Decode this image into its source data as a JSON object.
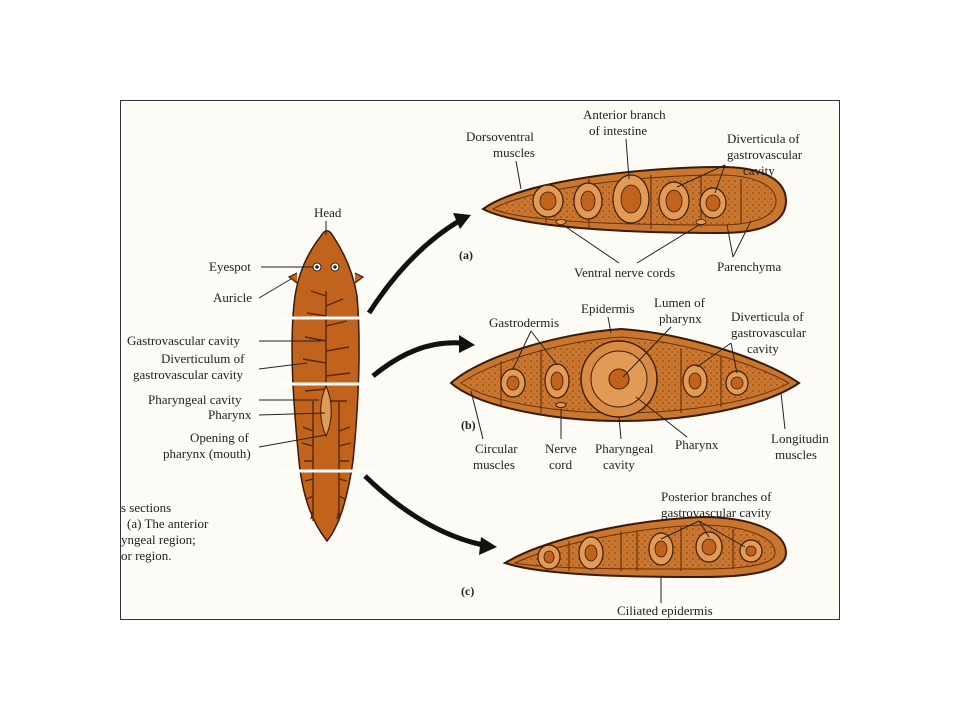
{
  "colors": {
    "body": "#c2631d",
    "body_dark": "#8a3c10",
    "section_fill": "#c9772f",
    "cavity_ring": "#e29b56",
    "outline": "#3b1a07",
    "frame_bg": "#fdfbf6"
  },
  "worm": {
    "head": "Head",
    "eyespot": "Eyespot",
    "auricle": "Auricle",
    "gastrovascular_cavity": "Gastrovascular cavity",
    "diverticulum_l1": "Diverticulum of",
    "diverticulum_l2": "gastrovascular cavity",
    "pharyngeal_cavity": "Pharyngeal cavity",
    "pharynx": "Pharynx",
    "opening_l1": "Opening of",
    "opening_l2": "pharynx (mouth)"
  },
  "caption": {
    "line1": "s sections",
    "line2": "(a) The anterior",
    "line3": "yngeal region;",
    "line4": "or region."
  },
  "section_a": {
    "tag": "(a)",
    "dorsoventral_l1": "Dorsoventral",
    "dorsoventral_l2": "muscles",
    "anterior_l1": "Anterior branch",
    "anterior_l2": "of intestine",
    "diverticula_l1": "Diverticula of",
    "diverticula_l2": "gastrovascular",
    "diverticula_l3": "cavity",
    "ventral": "Ventral nerve cords",
    "parenchyma": "Parenchyma"
  },
  "section_b": {
    "tag": "(b)",
    "gastrodermis": "Gastrodermis",
    "epidermis": "Epidermis",
    "lumen_l1": "Lumen of",
    "lumen_l2": "pharynx",
    "diverticula_l1": "Diverticula of",
    "diverticula_l2": "gastrovascular",
    "diverticula_l3": "cavity",
    "circular_l1": "Circular",
    "circular_l2": "muscles",
    "nerve_l1": "Nerve",
    "nerve_l2": "cord",
    "pharyngeal_l1": "Pharyngeal",
    "pharyngeal_l2": "cavity",
    "pharynx": "Pharynx",
    "longitudinal_l1": "Longitudin",
    "longitudinal_l2": "muscles"
  },
  "section_c": {
    "tag": "(c)",
    "posterior_l1": "Posterior branches of",
    "posterior_l2": "gastrovascular cavity",
    "ciliated": "Ciliated epidermis"
  }
}
